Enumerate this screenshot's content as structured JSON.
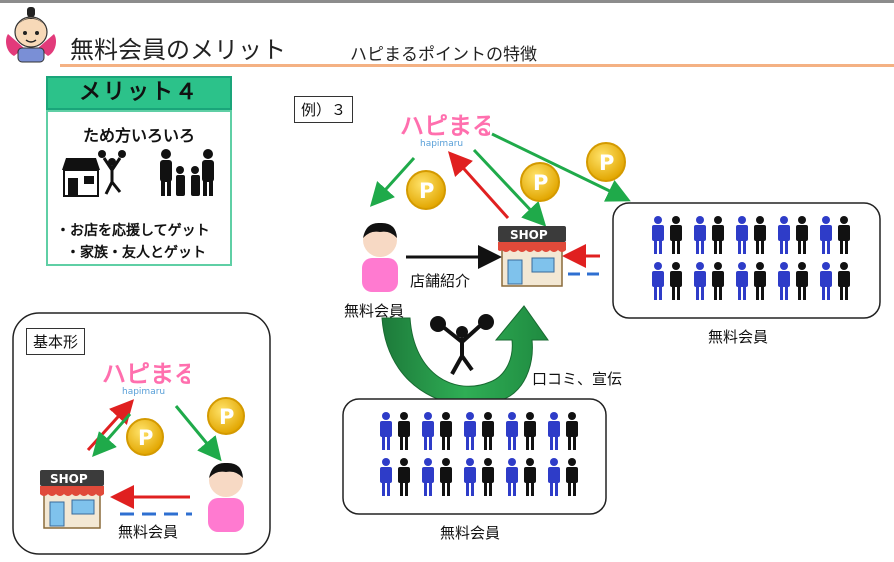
{
  "header": {
    "title": "無料会員のメリット",
    "subtitle": "ハピまるポイントの特徴"
  },
  "merit": {
    "heading": "メリット４",
    "subtitle": "ため方いろいろ",
    "bullets": [
      "・お店を応援してゲット",
      "・家族・友人とゲット"
    ]
  },
  "basic": {
    "label": "基本形",
    "logo": "ハピまる",
    "logo_sub": "hapimaru",
    "shop_sign": "SHOP",
    "member_label": "無料会員"
  },
  "example": {
    "label": "例）３",
    "logo": "ハピまる",
    "logo_sub": "hapimaru",
    "shop_sign": "SHOP",
    "member_label": "無料会員",
    "referral_label": "店舗紹介",
    "word_of_mouth_label": "口コミ、宣伝",
    "group_right_label": "無料会員",
    "group_bottom_label": "無料会員"
  },
  "colors": {
    "green_arrow": "#1faa4a",
    "red_arrow": "#e02020",
    "merit_green": "#2cc28a",
    "rule_orange": "#f4b183",
    "person_blue": "#2e3cc8",
    "person_black": "#111111",
    "member_pink": "#ff7ad0"
  }
}
